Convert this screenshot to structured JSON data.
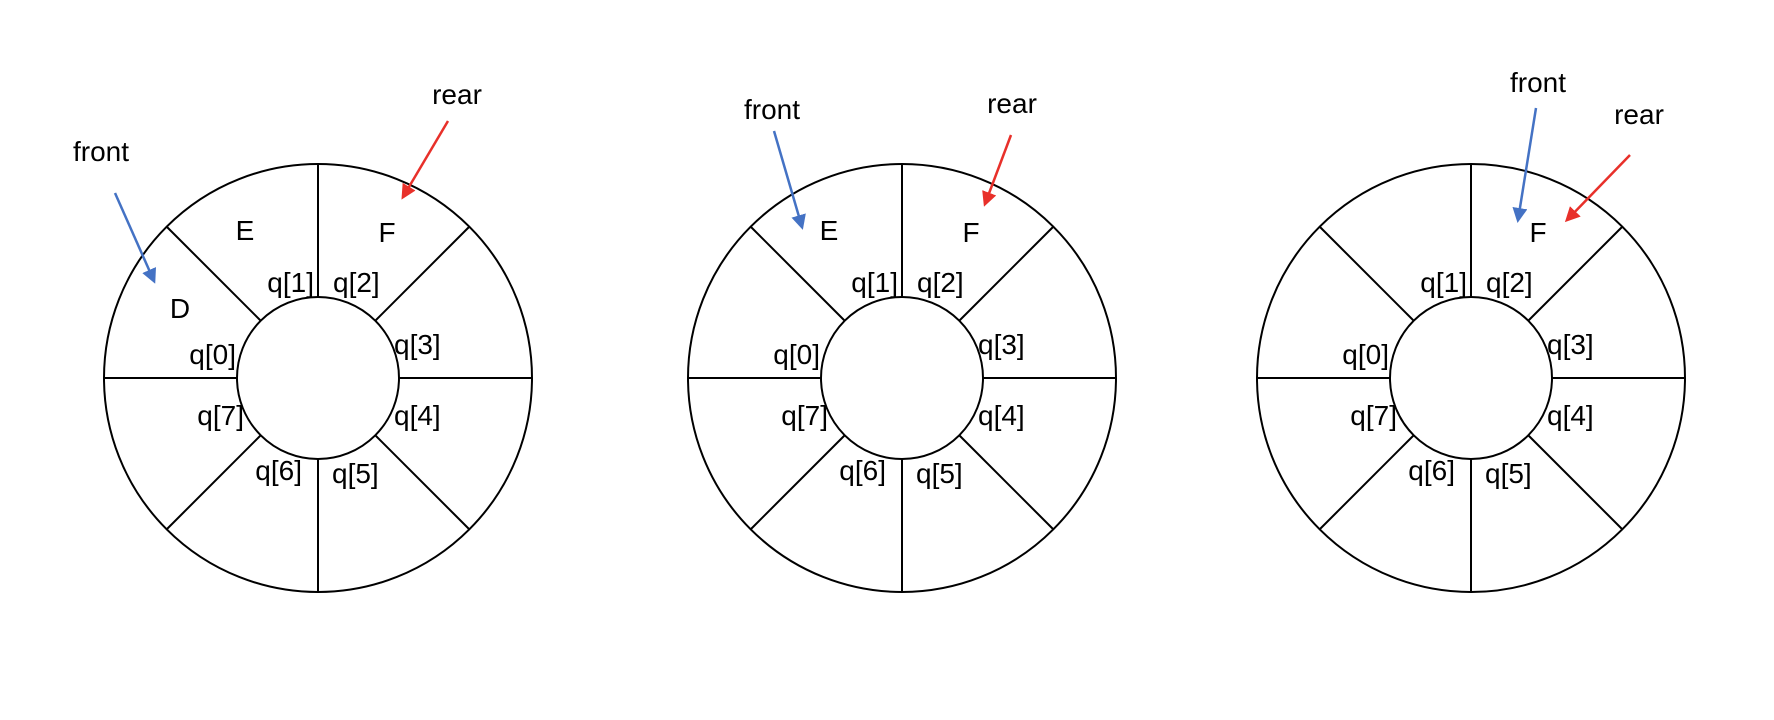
{
  "colors": {
    "front_arrow": "#4472C4",
    "rear_arrow": "#E8302A"
  },
  "queues": [
    {
      "slots": [
        "q[0]",
        "q[1]",
        "q[2]",
        "q[3]",
        "q[4]",
        "q[5]",
        "q[6]",
        "q[7]"
      ],
      "values": {
        "q0": "D",
        "q1": "E",
        "q2": "F"
      },
      "front_label": "front",
      "rear_label": "rear"
    },
    {
      "slots": [
        "q[0]",
        "q[1]",
        "q[2]",
        "q[3]",
        "q[4]",
        "q[5]",
        "q[6]",
        "q[7]"
      ],
      "values": {
        "q0": "",
        "q1": "E",
        "q2": "F"
      },
      "front_label": "front",
      "rear_label": "rear"
    },
    {
      "slots": [
        "q[0]",
        "q[1]",
        "q[2]",
        "q[3]",
        "q[4]",
        "q[5]",
        "q[6]",
        "q[7]"
      ],
      "values": {
        "q0": "",
        "q1": "",
        "q2": "F"
      },
      "front_label": "front",
      "rear_label": "rear"
    }
  ]
}
